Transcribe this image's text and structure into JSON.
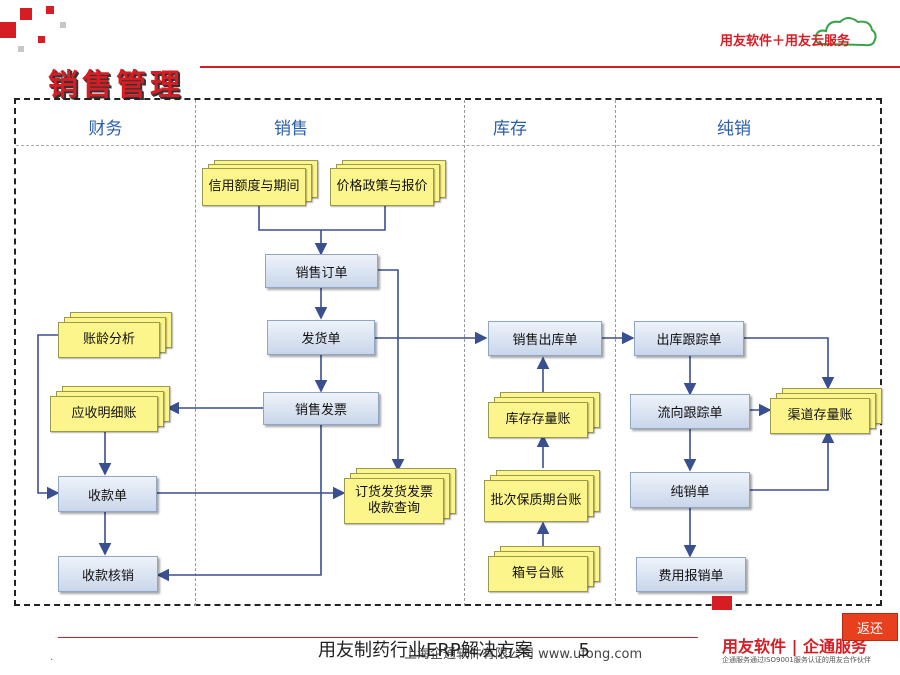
{
  "title": "销售管理",
  "brand": "用友软件＋用友云服务",
  "columns": [
    "财务",
    "销售",
    "库存",
    "纯销"
  ],
  "nodes": {
    "credit": "信用额度与期间",
    "price": "价格政策与报价",
    "sales_order": "销售订单",
    "delivery": "发货单",
    "invoice": "销售发票",
    "order_query": "订货发货发票收款查询",
    "aging": "账龄分析",
    "receivable": "应收明细账",
    "receipt": "收款单",
    "writeoff": "收款核销",
    "stock_out": "销售出库单",
    "inventory_ledger": "库存存量账",
    "batch_ledger": "批次保质期台账",
    "box_ledger": "箱号台账",
    "outbound_track": "出库跟踪单",
    "flow_track": "流向跟踪单",
    "channel_stock": "渠道存量账",
    "pure_sales": "纯销单",
    "expense": "费用报销单"
  },
  "footer": {
    "title": "用友制药行业ERP解决方案",
    "page": "5",
    "company": "上海企通软件有限公司 www.ufong.com",
    "brand": "用友软件 | 企通服务",
    "brand_sub": "企通服务通过ISO9001服务认证的用友合作伙伴"
  },
  "back_button": "返还",
  "accent_color": "#d71d24",
  "box_color": "#c9d6ea",
  "doc_color": "#fbf58b"
}
